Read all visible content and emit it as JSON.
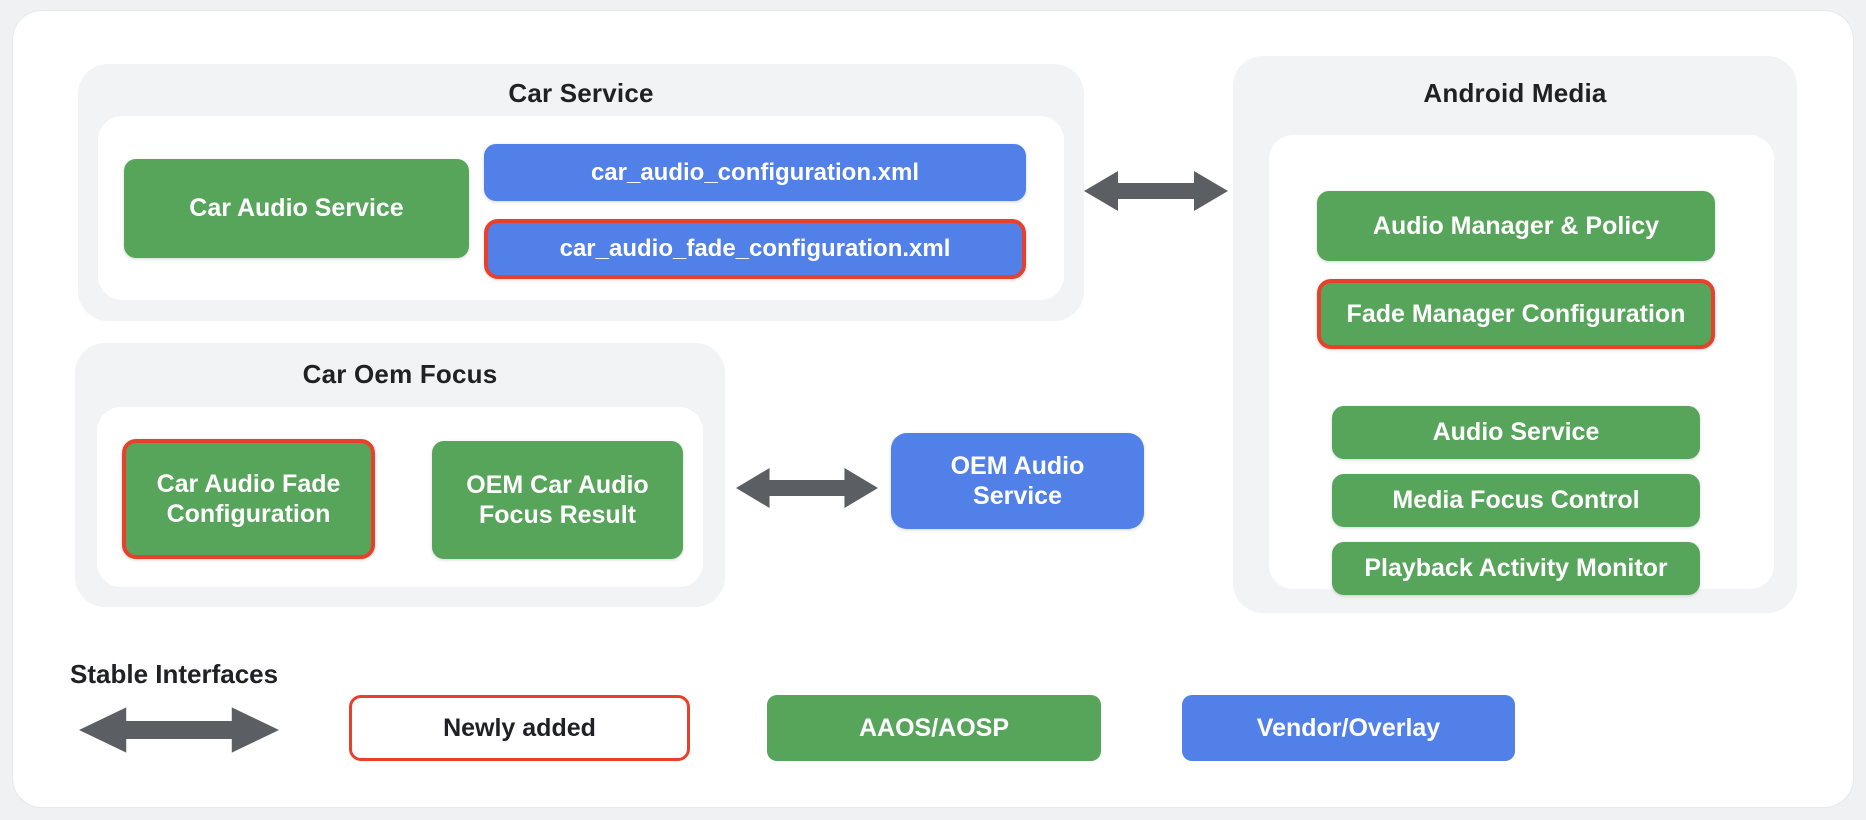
{
  "palette": {
    "page_bg": "#eff1f3",
    "card_bg": "#ffffff",
    "section_bg": "#f1f3f4",
    "aaos_green": "#57a45b",
    "vendor_blue": "#5080e8",
    "newly_added_red": "#e8402b",
    "arrow_gray": "#5b5f64",
    "title_text": "#202124",
    "box_text": "#ffffff"
  },
  "sections": {
    "car_service": {
      "title": "Car Service",
      "boxes": {
        "car_audio_service": {
          "label": "Car Audio Service"
        },
        "car_audio_configuration": {
          "label": "car_audio_configuration.xml"
        },
        "car_audio_fade_configuration": {
          "label": "car_audio_fade_configuration.xml",
          "newly_added": true
        }
      }
    },
    "android_media": {
      "title": "Android Media",
      "boxes": {
        "audio_manager_policy": {
          "label": "Audio Manager & Policy"
        },
        "fade_manager_configuration": {
          "label": "Fade Manager Configuration",
          "newly_added": true
        },
        "audio_service": {
          "label": "Audio Service"
        },
        "media_focus_control": {
          "label": "Media Focus Control"
        },
        "playback_activity_monitor": {
          "label": "Playback Activity Monitor"
        }
      }
    },
    "car_oem_focus": {
      "title": "Car Oem Focus",
      "boxes": {
        "car_audio_fade_configuration": {
          "label": "Car Audio Fade Configuration",
          "newly_added": true
        },
        "oem_car_audio_focus_result": {
          "label": "OEM Car Audio Focus Result"
        }
      }
    },
    "oem_audio_service": {
      "label": "OEM Audio Service"
    }
  },
  "legend": {
    "stable_interfaces_label": "Stable Interfaces",
    "newly_added_label": "Newly added",
    "aaos_aosp_label": "AAOS/AOSP",
    "vendor_overlay_label": "Vendor/Overlay"
  }
}
